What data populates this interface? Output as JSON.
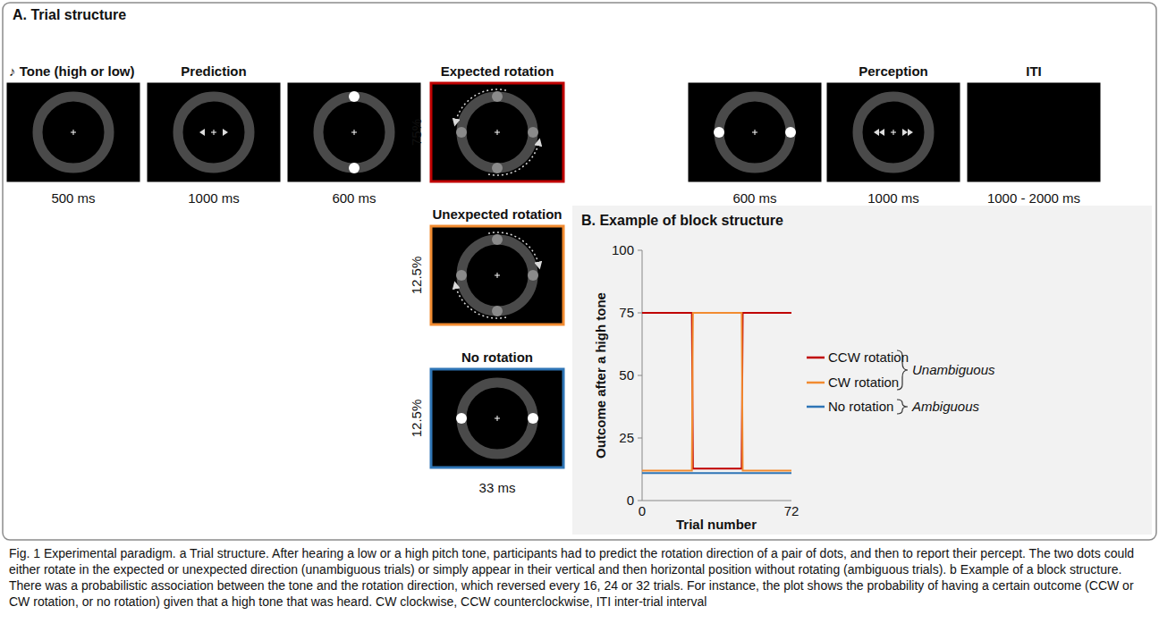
{
  "diagram": {
    "title": "A. Trial structure",
    "caption": "Fig. 1 Experimental paradigm. a Trial structure. After hearing a low or a high pitch tone, participants had to predict the rotation direction of a pair of dots, and then to report their percept. The two dots could either rotate in the expected or unexpected direction (unambiguous trials) or simply appear in their vertical and then horizontal position without rotating (ambiguous trials). b Example of a block structure. There was a probabilistic association between the tone and the rotation direction, which reversed every 16, 24 or 32 trials. For instance, the plot shows the probability of having a certain outcome (CCW or CW rotation, or no rotation) given that a high tone that was heard. CW clockwise, CCW counterclockwise, ITI inter-trial interval",
    "labels": [
      "♪ Tone (high or low)",
      "Prediction",
      "Expected rotation",
      "Unexpected rotation",
      "No rotation",
      "Perception",
      "ITI",
      "75%",
      "12.5%",
      "12.5%",
      "500 ms",
      "1000 ms",
      "600 ms",
      "33 ms",
      "600 ms",
      "1000 ms",
      "1000 - 2000 ms",
      "B. Example of block structure",
      "Outcome after a high tone",
      "100",
      "75",
      "50",
      "25",
      "0",
      "0",
      "72",
      "Trial number",
      "Unambiguous",
      "Ambiguous"
    ],
    "legend": [
      {
        "text": "CCW rotation"
      },
      {
        "text": "CW rotation"
      },
      {
        "text": "No rotation"
      }
    ]
  }
}
